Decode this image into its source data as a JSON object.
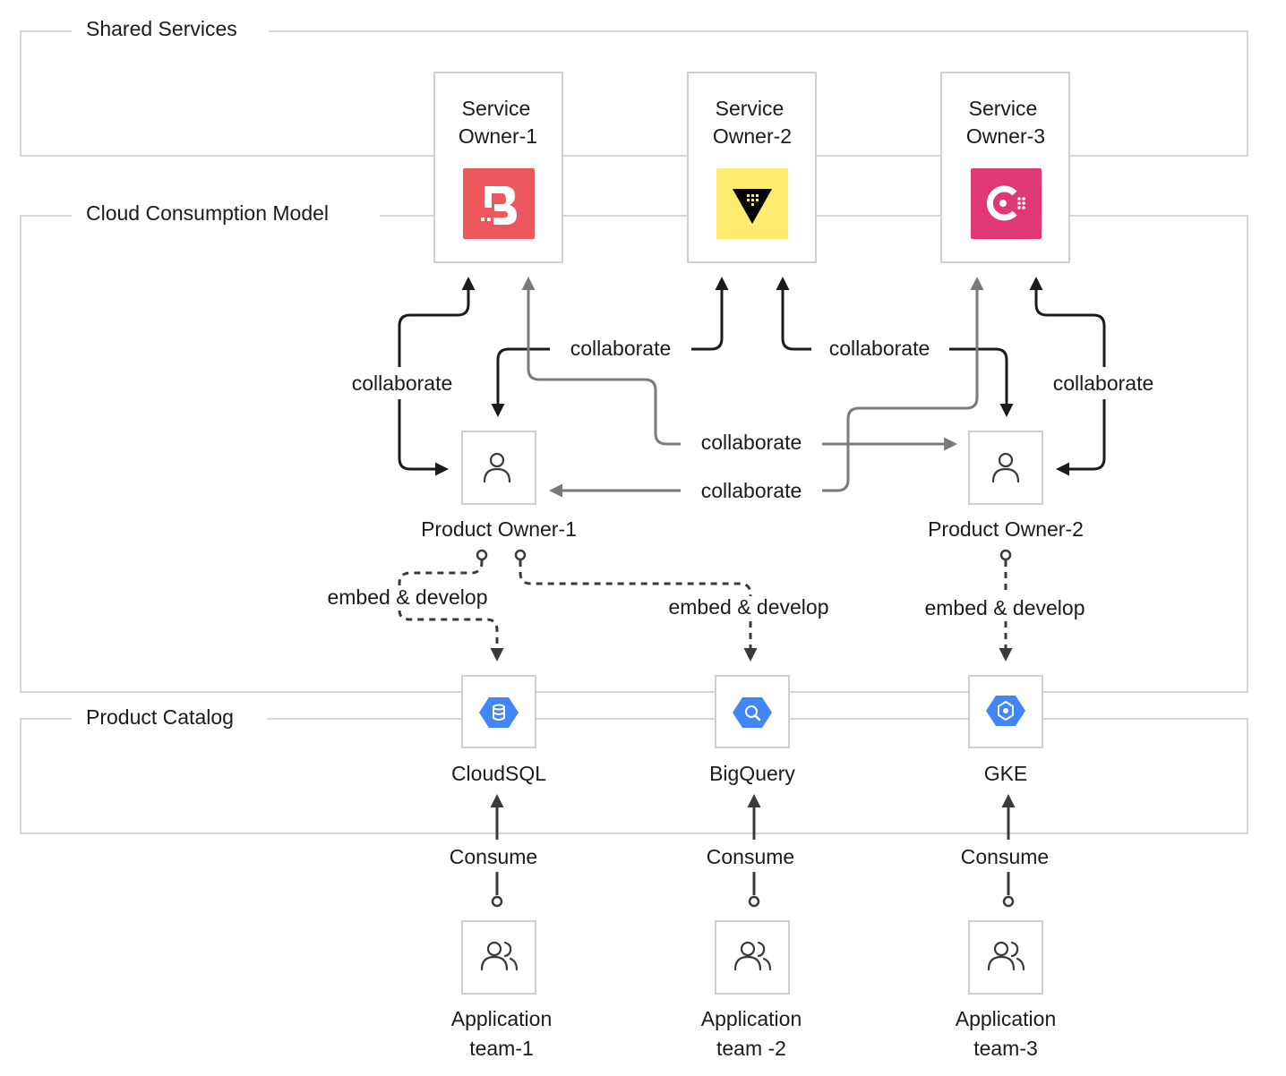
{
  "groups": {
    "shared_services": "Shared Services",
    "cloud_consumption": "Cloud Consumption Model",
    "product_catalog": "Product Catalog"
  },
  "service_owners": [
    {
      "line1": "Service",
      "line2": "Owner-1",
      "logo": "boundary-logo",
      "color": "#ec585d"
    },
    {
      "line1": "Service",
      "line2": "Owner-2",
      "logo": "vault-logo",
      "color": "#ffec6e"
    },
    {
      "line1": "Service",
      "line2": "Owner-3",
      "logo": "consul-logo",
      "color": "#e03875"
    }
  ],
  "product_owners": [
    {
      "label": "Product Owner-1",
      "icon": "person-icon"
    },
    {
      "label": "Product Owner-2",
      "icon": "person-icon"
    }
  ],
  "products": [
    {
      "label": "CloudSQL",
      "icon": "cloudsql-icon"
    },
    {
      "label": "BigQuery",
      "icon": "bigquery-icon"
    },
    {
      "label": "GKE",
      "icon": "gke-icon"
    }
  ],
  "app_teams": [
    {
      "line1": "Application",
      "line2": "team-1",
      "icon": "team-icon"
    },
    {
      "line1": "Application",
      "line2": "team -2",
      "icon": "team-icon"
    },
    {
      "line1": "Application",
      "line2": "team-3",
      "icon": "team-icon"
    }
  ],
  "edges": {
    "collaborate": "collaborate",
    "embed_develop": "embed & develop",
    "consume": "Consume"
  },
  "colors": {
    "brand_blue": "#4285f4",
    "border": "#cfcfcf",
    "arrow_gray": "#7a7a7a"
  }
}
